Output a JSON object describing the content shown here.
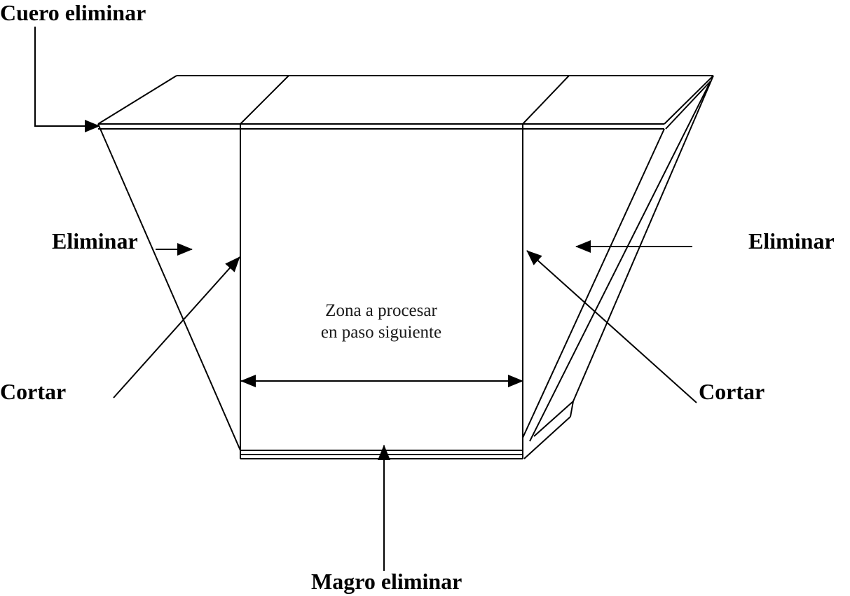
{
  "labels": {
    "cuero_eliminar": "Cuero eliminar",
    "eliminar_left": "Eliminar",
    "eliminar_right": "Eliminar",
    "cortar_left": "Cortar",
    "cortar_right": "Cortar",
    "magro_eliminar": "Magro eliminar",
    "zona_line1": "Zona a procesar",
    "zona_line2": "en paso siguiente"
  },
  "colors": {
    "ink": "#000000",
    "background": "#ffffff"
  }
}
